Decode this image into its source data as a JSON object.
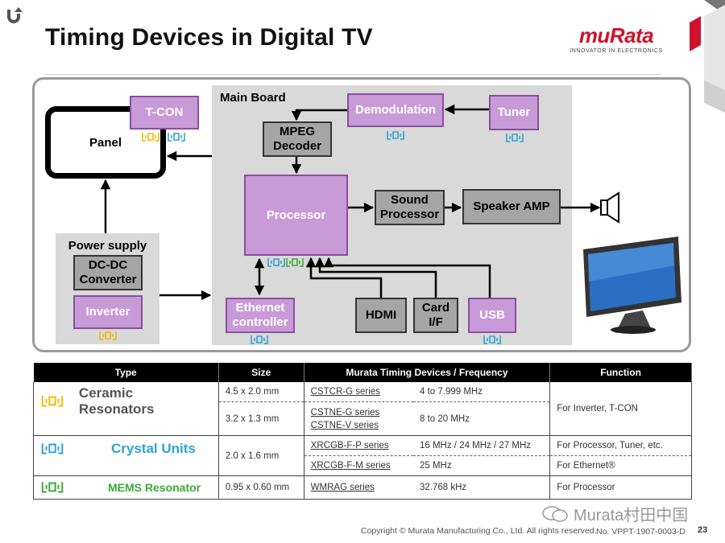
{
  "title": "Timing Devices in Digital TV",
  "logo": {
    "word": "muRata",
    "tagline": "INNOVATOR IN ELECTRONICS"
  },
  "diagram": {
    "main_board_label": "Main Board",
    "panel": "Panel",
    "tcon": "T-CON",
    "power_supply": "Power supply",
    "dcdc": "DC-DC Converter",
    "inverter": "Inverter",
    "demodulation": "Demodulation",
    "tuner": "Tuner",
    "mpeg": "MPEG Decoder",
    "processor": "Processor",
    "sound": "Sound Processor",
    "speaker_amp": "Speaker AMP",
    "ethernet": "Ethernet controller",
    "hdmi": "HDMI",
    "card": "Card I/F",
    "usb": "USB"
  },
  "table": {
    "headers": [
      "Type",
      "Size",
      "Murata Timing Devices / Frequency",
      "Function"
    ],
    "rows": {
      "ceramic": {
        "type": "Ceramic Resonators",
        "size1": "4.5 x 2.0 mm",
        "series1": "CSTCR-G series",
        "freq1": "4 to 7.999 MHz",
        "size2": "3.2 x 1.3 mm",
        "series2a": "CSTNE-G series",
        "series2b": "CSTNE-V series",
        "freq2": "8 to 20 MHz",
        "function": "For Inverter, T-CON"
      },
      "crystal": {
        "type": "Crystal Units",
        "size": "2.0 x 1.6 mm",
        "series1": "XRCGB-F-P series",
        "freq1": "16 MHz / 24 MHz / 27 MHz",
        "function1": "For Processor, Tuner, etc.",
        "series2": "XRCGB-F-M series",
        "freq2": "25 MHz",
        "function2": "For Ethernet®"
      },
      "mems": {
        "type": "MEMS Resonator",
        "size": "0.95 x 0.60 mm",
        "series": "WMRAG series",
        "freq": "32.768 kHz",
        "function": "For Processor"
      }
    }
  },
  "watermark": "Murata村田中国",
  "copyright": "Copyright © Murata Manufacturing Co., Ltd. All rights reserved.",
  "doc_no": "No. VPPT-1907-0003-D",
  "page_no": "23",
  "colors": {
    "ceramic": "#f5b800",
    "crystal": "#2ea3d5",
    "mems": "#3aa935",
    "purple": "#c89bd8",
    "brand": "#d0112b"
  }
}
